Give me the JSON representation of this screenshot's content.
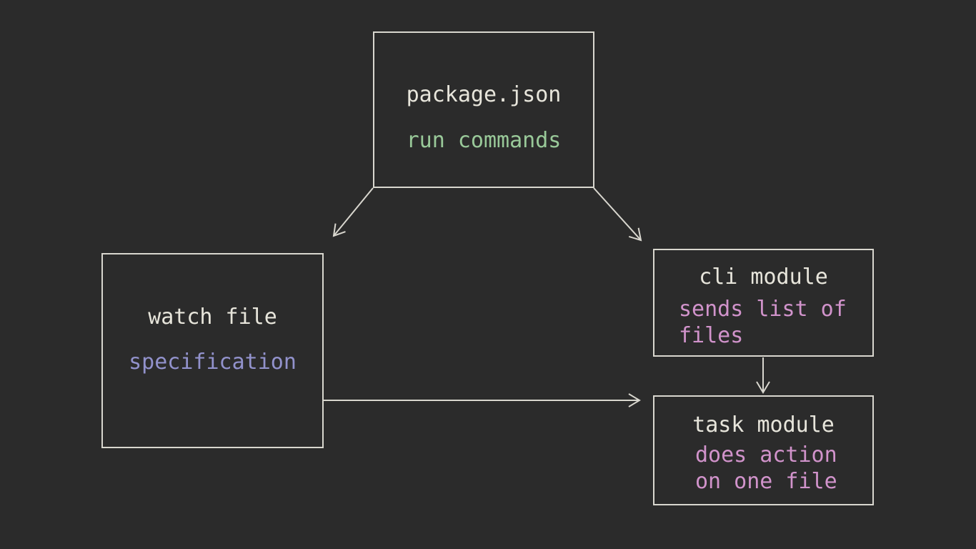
{
  "canvas": {
    "background_color": "#2b2b2b",
    "stroke_color": "#d9d7cf",
    "title_text_color": "#e7e5db"
  },
  "nodes": [
    {
      "id": "package-json",
      "title": "package.json",
      "description": "run commands",
      "description_color": "#99c999"
    },
    {
      "id": "watch-file",
      "title": "watch file",
      "description": "specification",
      "description_color": "#9292cc"
    },
    {
      "id": "cli-module",
      "title": "cli module",
      "description": "sends list of files",
      "description_color": "#d193cb"
    },
    {
      "id": "task-module",
      "title": "task module",
      "description": "does action on one file",
      "description_color": "#d193cb"
    }
  ],
  "arrows": [
    {
      "from": "package-json",
      "to": "watch-file"
    },
    {
      "from": "package-json",
      "to": "cli-module"
    },
    {
      "from": "cli-module",
      "to": "task-module"
    },
    {
      "from": "watch-file",
      "to": "task-module"
    }
  ]
}
